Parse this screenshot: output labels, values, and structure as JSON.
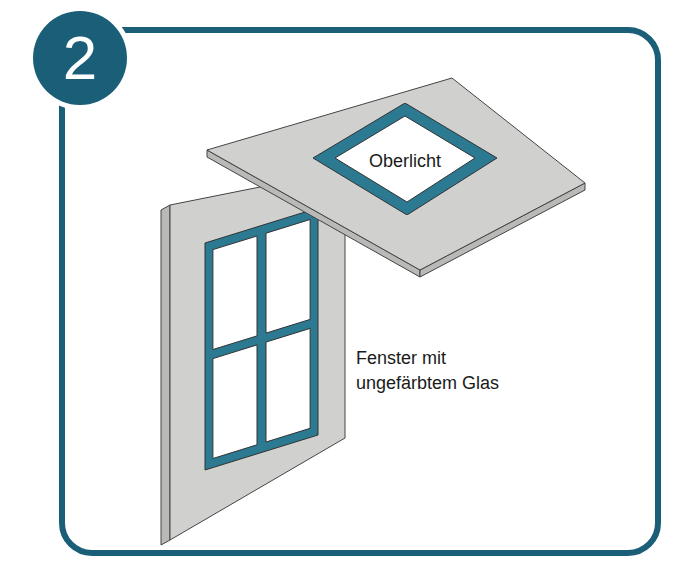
{
  "diagram": {
    "nodes": [
      {
        "text": [
          "2"
        ]
      },
      {
        "text": [
          "Oberlicht"
        ]
      }
    ],
    "labels": [
      "Fenster mit ungefärbtem Glas"
    ]
  }
}
